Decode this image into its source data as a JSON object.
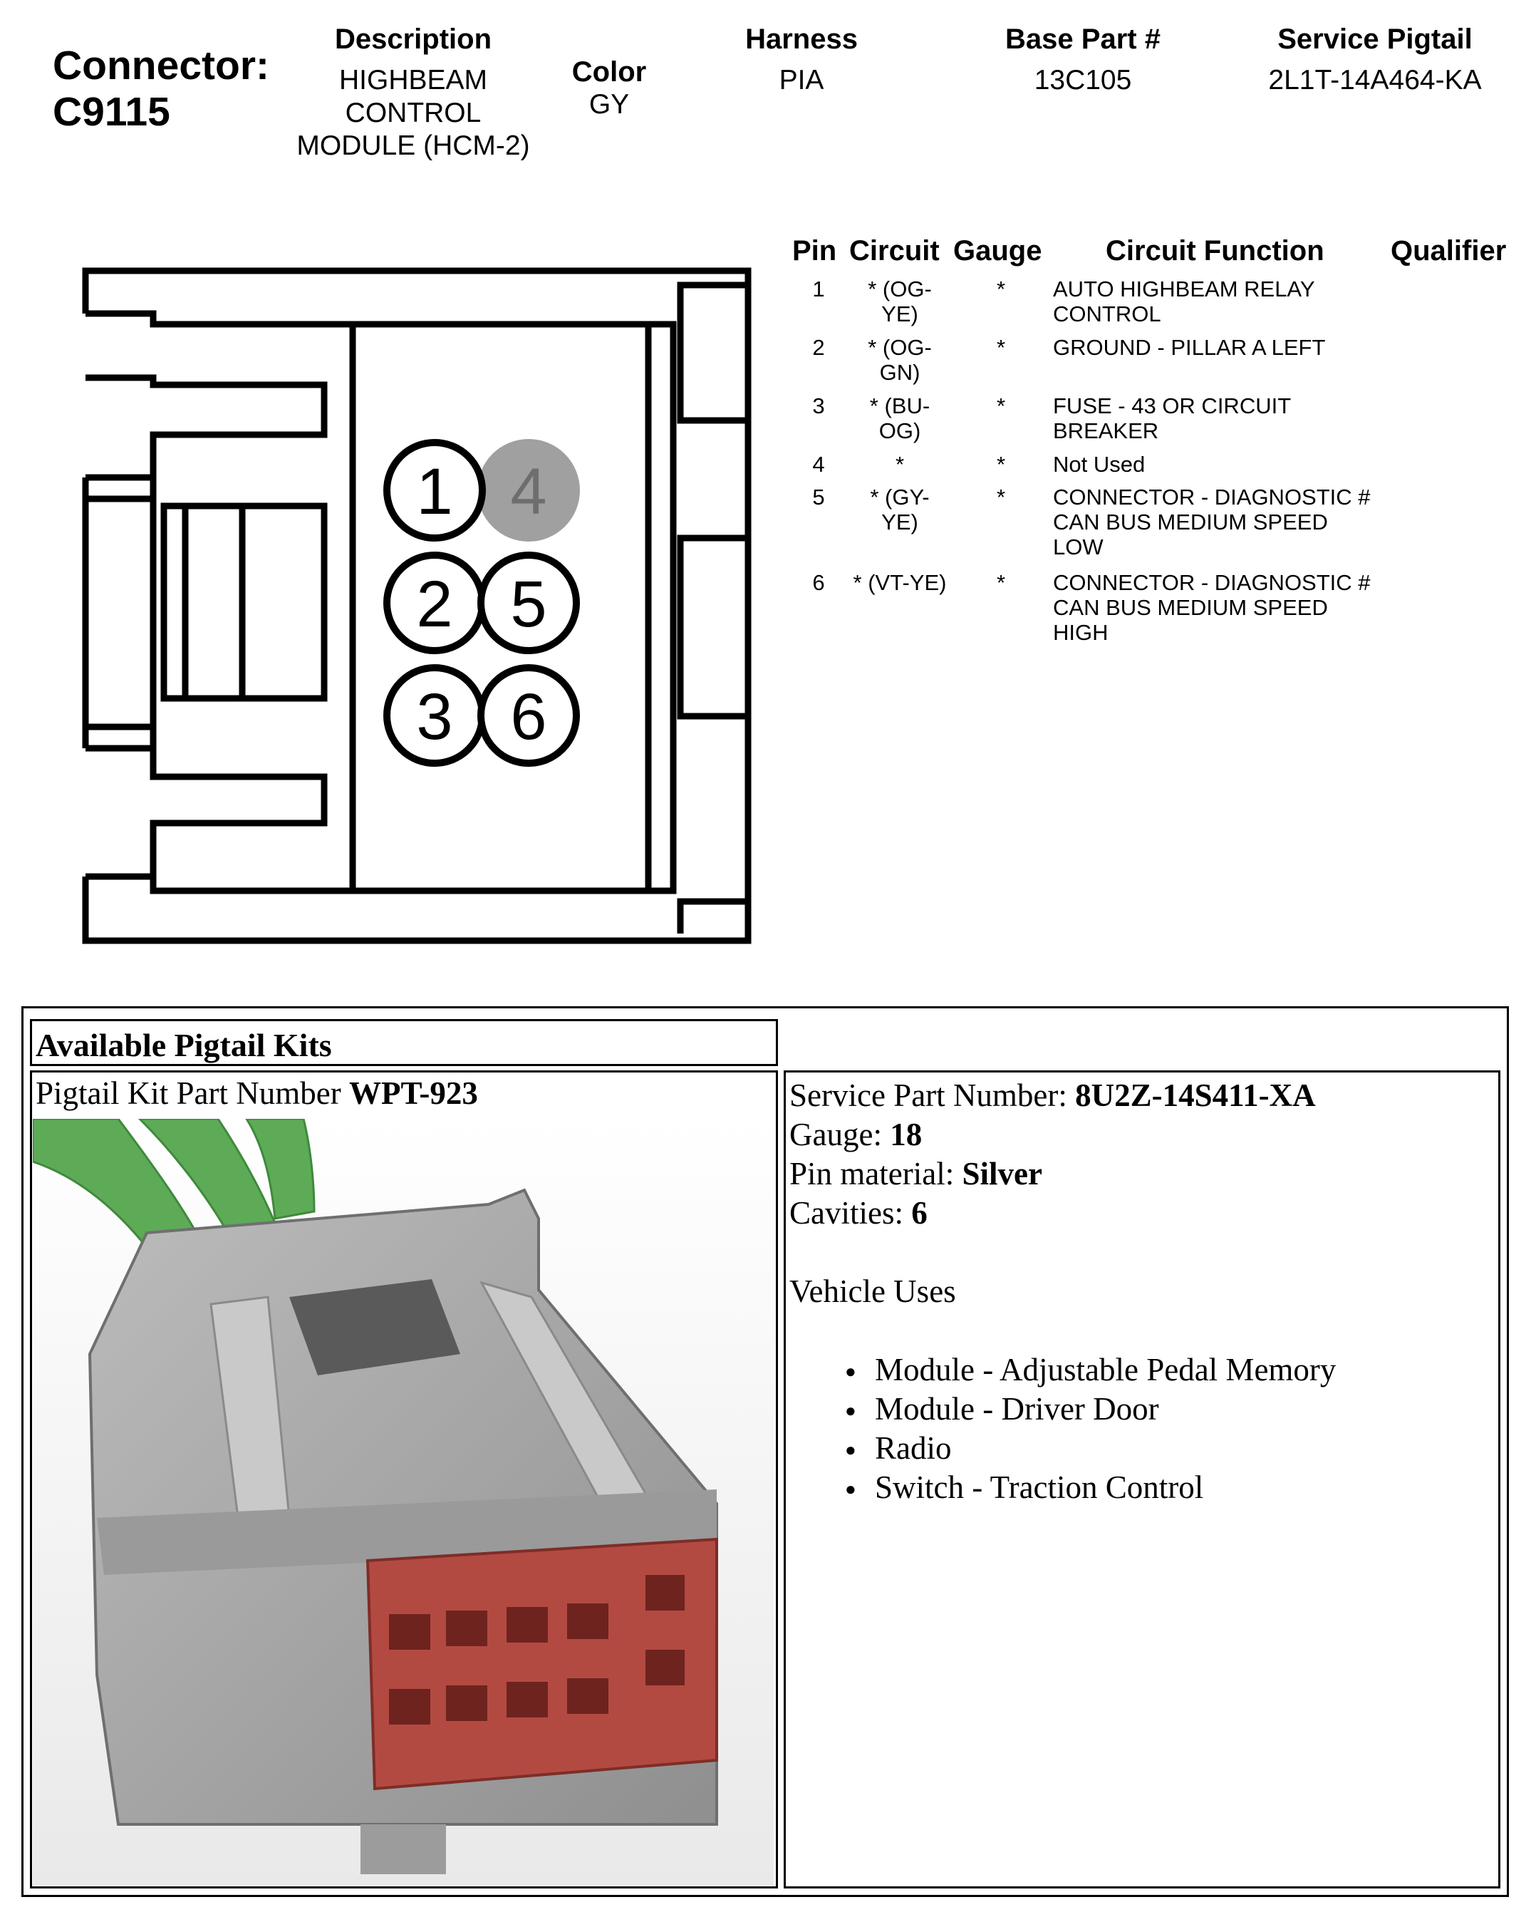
{
  "header": {
    "connector_label": "Connector:",
    "connector_id": "C9115",
    "description_label": "Description",
    "description_lines": [
      "HIGHBEAM",
      "CONTROL",
      "MODULE (HCM-2)"
    ],
    "color_label": "Color",
    "color_value": "GY",
    "harness_label": "Harness",
    "harness_value": "PIA",
    "base_part_label": "Base Part #",
    "base_part_value": "13C105",
    "service_pigtail_label": "Service Pigtail",
    "service_pigtail_value": "2L1T-14A464-KA"
  },
  "connector_face": {
    "pins": [
      {
        "number": "1",
        "used": true
      },
      {
        "number": "2",
        "used": true
      },
      {
        "number": "3",
        "used": true
      },
      {
        "number": "4",
        "used": false
      },
      {
        "number": "5",
        "used": true
      },
      {
        "number": "6",
        "used": true
      }
    ],
    "colors": {
      "outline": "#000000",
      "unused_fill": "#a0a0a0",
      "unused_text": "#6e6e6e"
    }
  },
  "pin_table": {
    "headers": {
      "pin": "Pin",
      "circuit": "Circuit",
      "gauge": "Gauge",
      "function": "Circuit Function",
      "qualifier": "Qualifier"
    },
    "rows": [
      {
        "pin": "1",
        "circuit": [
          "* (OG-",
          "YE)"
        ],
        "gauge": "*",
        "function": [
          "AUTO HIGHBEAM RELAY",
          "CONTROL"
        ]
      },
      {
        "pin": "2",
        "circuit": [
          "* (OG-",
          "GN)"
        ],
        "gauge": "*",
        "function": [
          "GROUND - PILLAR A LEFT"
        ]
      },
      {
        "pin": "3",
        "circuit": [
          "* (BU-",
          "OG)"
        ],
        "gauge": "*",
        "function": [
          "FUSE - 43 OR CIRCUIT",
          "BREAKER"
        ]
      },
      {
        "pin": "4",
        "circuit": [
          "*"
        ],
        "gauge": "*",
        "function": [
          "Not Used"
        ]
      },
      {
        "pin": "5",
        "circuit": [
          "* (GY-",
          "YE)"
        ],
        "gauge": "*",
        "function": [
          "CONNECTOR - DIAGNOSTIC #",
          "CAN BUS MEDIUM SPEED",
          "LOW"
        ]
      },
      {
        "pin": "6",
        "circuit": [
          "* (VT-YE)"
        ],
        "gauge": "*",
        "function": [
          "CONNECTOR - DIAGNOSTIC #",
          "CAN BUS MEDIUM SPEED",
          "HIGH"
        ]
      }
    ]
  },
  "pigtail": {
    "section_title": "Available Pigtail Kits",
    "kit_part_label": "Pigtail Kit Part Number ",
    "kit_part_value": "WPT-923",
    "service_part_label": "Service Part Number: ",
    "service_part_value": "8U2Z-14S411-XA",
    "gauge_label": "Gauge: ",
    "gauge_value": "18",
    "pin_material_label": "Pin material: ",
    "pin_material_value": "Silver",
    "cavities_label": "Cavities: ",
    "cavities_value": "6",
    "vehicle_uses_title": "Vehicle Uses",
    "vehicle_uses": [
      "Module - Adjustable Pedal Memory",
      "Module - Driver Door",
      "Radio",
      "Switch - Traction Control"
    ],
    "photo_colors": {
      "housing": "#a7a7a7",
      "housing_dark": "#7b7b7b",
      "insert": "#b34a42",
      "insert_dark": "#6e231f",
      "wire": "#5dab57"
    }
  }
}
